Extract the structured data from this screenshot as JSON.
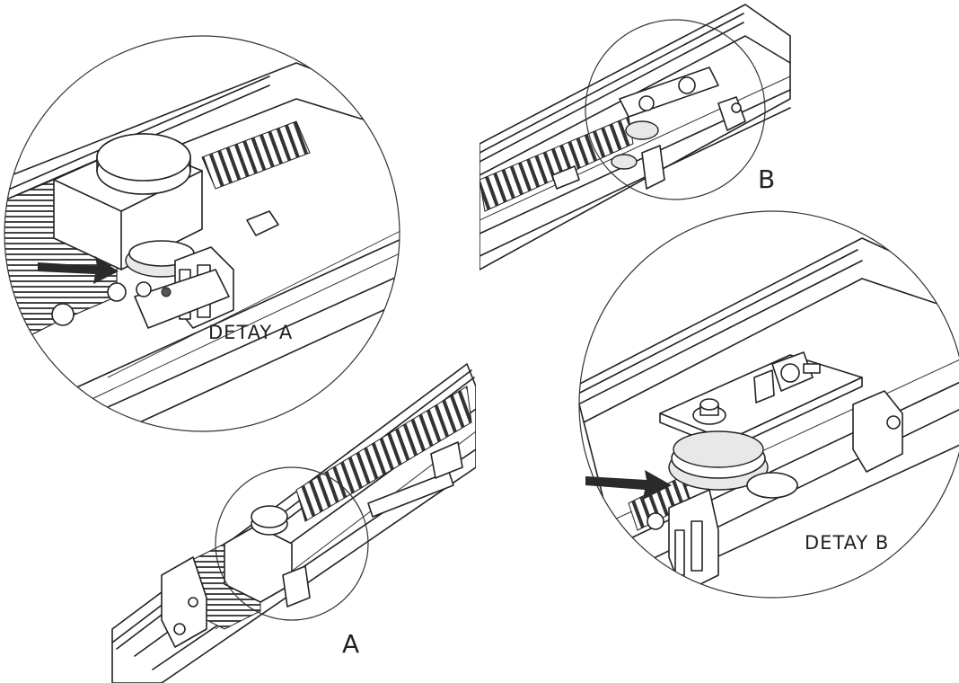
{
  "labels": {
    "detail_a": "DETAY A",
    "detail_b": "DETAY B",
    "callout_a": "A",
    "callout_b": "B"
  },
  "colors": {
    "line": "#222222",
    "background": "#ffffff",
    "arrow": "#2a2a2a"
  }
}
